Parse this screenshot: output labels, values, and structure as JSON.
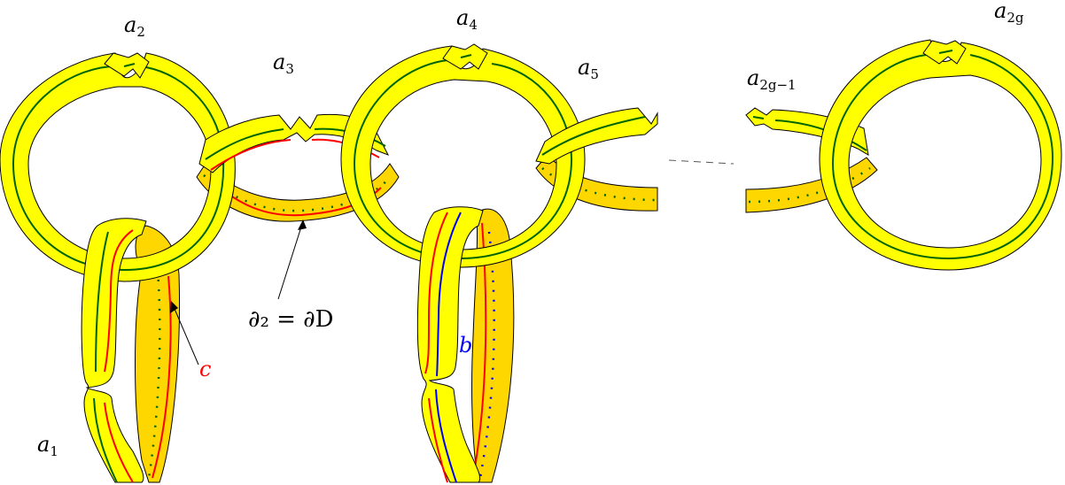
{
  "figure": {
    "description": "Chain of twisted annular bands (handles) a1..a2g on a surface, with curves c (red) and b (blue), and boundary component ∂2 = ∂D indicated by arrow",
    "colors": {
      "band_front": "#ffff00",
      "band_back": "#ffd700",
      "core_curve": "#006400",
      "curve_c": "#ff0000",
      "curve_b": "#0000ff",
      "outline": "#000000"
    },
    "labels": {
      "a1": {
        "base": "a",
        "sub": "1"
      },
      "a2": {
        "base": "a",
        "sub": "2"
      },
      "a3": {
        "base": "a",
        "sub": "3"
      },
      "a4": {
        "base": "a",
        "sub": "4"
      },
      "a5": {
        "base": "a",
        "sub": "5"
      },
      "a2g_minus_1": {
        "base": "a",
        "sub": "2g−1"
      },
      "a2g": {
        "base": "a",
        "sub": "2g"
      },
      "c": "c",
      "b": "b",
      "boundary": "∂₂ = ∂D"
    },
    "ellipsis": "- - - - -"
  }
}
